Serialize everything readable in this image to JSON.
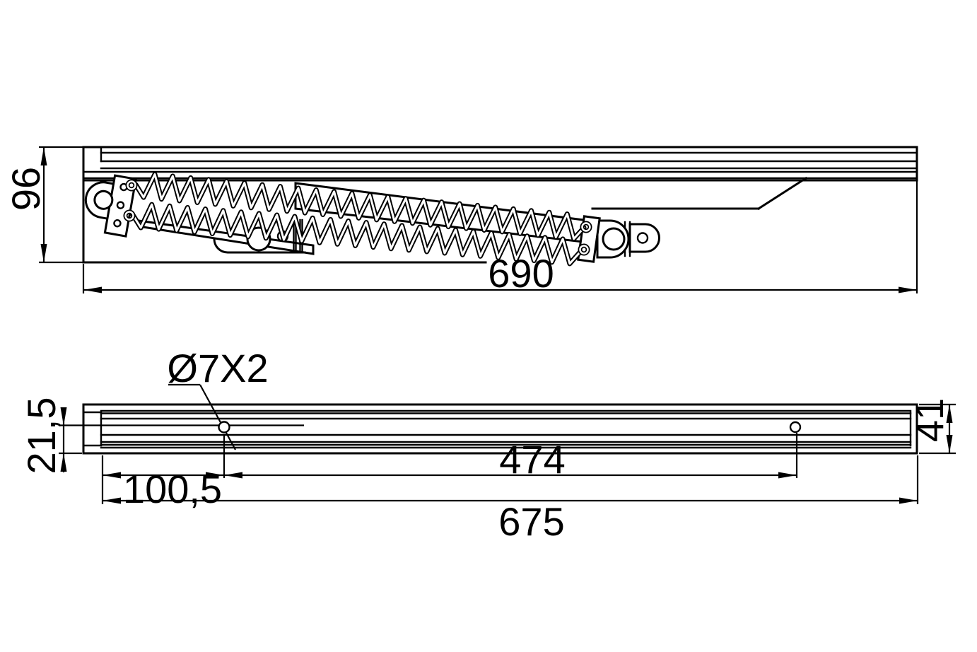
{
  "page": {
    "type": "technical-dimension-drawing",
    "background_color": "#ffffff",
    "line_color": "#000000",
    "subject": "sliding-door spring damper rail, two orthographic views"
  },
  "views": {
    "side": {
      "name": "side elevation with spring mechanism",
      "dims": {
        "height": {
          "label": "96"
        },
        "length": {
          "label": "690"
        }
      }
    },
    "plan": {
      "name": "mounting rail plan",
      "dims": {
        "hole_callout": {
          "label": "Ø7X2"
        },
        "hole_offset": {
          "label": "21,5"
        },
        "first_hole": {
          "label": "100,5"
        },
        "hole_spacing": {
          "label": "474"
        },
        "rail_length": {
          "label": "675"
        },
        "rail_width": {
          "label": "41"
        }
      }
    }
  }
}
